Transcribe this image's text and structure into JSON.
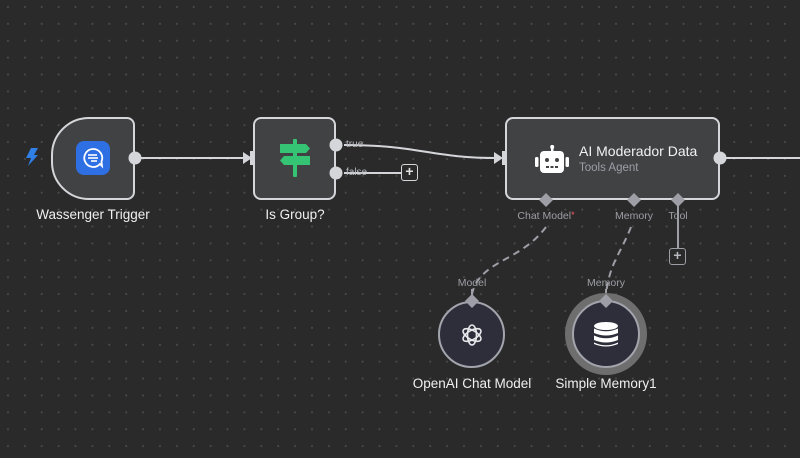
{
  "canvas": {
    "background": "#2a2a2a",
    "edge_color": "#d5d6da",
    "sub_edge_color": "#9d9ea6"
  },
  "nodes": {
    "trigger": {
      "label": "Wassenger Trigger",
      "icon": "chat-bubble-icon",
      "icon_color": "#2f6fe4",
      "trigger_icon": "lightning-bolt-icon",
      "trigger_icon_color": "#2f7fe4"
    },
    "if": {
      "label": "Is Group?",
      "icon": "signpost-icon",
      "icon_color": "#35c473",
      "outputs": [
        {
          "label": "true"
        },
        {
          "label": "false"
        }
      ]
    },
    "agent": {
      "title": "AI Moderador Data",
      "subtitle": "Tools Agent",
      "icon": "robot-icon",
      "ports": [
        {
          "label": "Chat Model",
          "required_mark": "*"
        },
        {
          "label": "Memory"
        },
        {
          "label": "Tool"
        }
      ]
    },
    "openai": {
      "label": "OpenAI Chat Model",
      "icon": "openai-icon",
      "port_label": "Model"
    },
    "memory": {
      "label": "Simple Memory1",
      "icon": "database-icon",
      "port_label": "Memory"
    }
  },
  "buttons": {
    "add_symbol": "+"
  }
}
